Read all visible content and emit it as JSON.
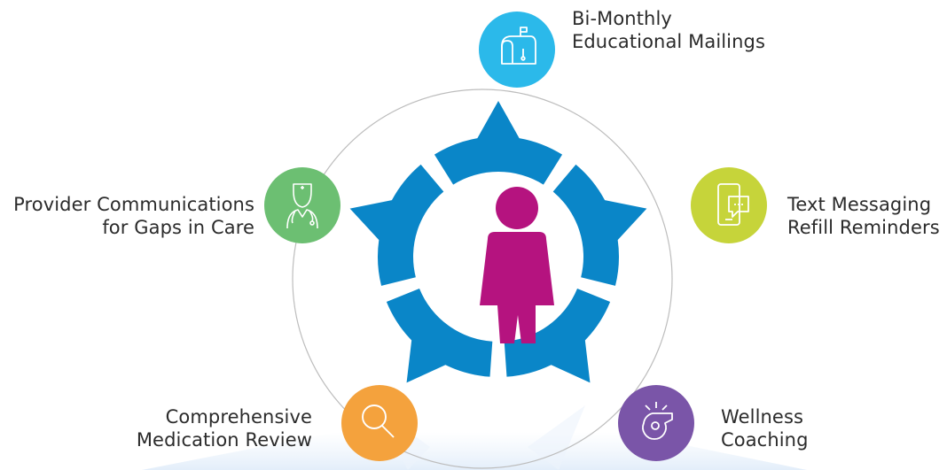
{
  "center": {
    "icon": "person-icon",
    "color": "#b5137f"
  },
  "ring_color": "#0a86c8",
  "nodes": [
    {
      "id": "mailings",
      "icon": "mailbox-icon",
      "color": "#2bb9ea",
      "line1": "Bi-Monthly",
      "line2": "Educational Mailings"
    },
    {
      "id": "text",
      "icon": "phone-chat-icon",
      "color": "#c6d43a",
      "line1": "Text Messaging",
      "line2": "Refill Reminders"
    },
    {
      "id": "wellness",
      "icon": "whistle-icon",
      "color": "#7a55a8",
      "line1": "Wellness",
      "line2": "Coaching"
    },
    {
      "id": "medication",
      "icon": "magnifier-icon",
      "color": "#f4a23d",
      "line1": "Comprehensive",
      "line2": "Medication Review"
    },
    {
      "id": "provider",
      "icon": "doctor-icon",
      "color": "#6cbf72",
      "line1": "Provider Communications",
      "line2": "for Gaps in Care"
    }
  ]
}
